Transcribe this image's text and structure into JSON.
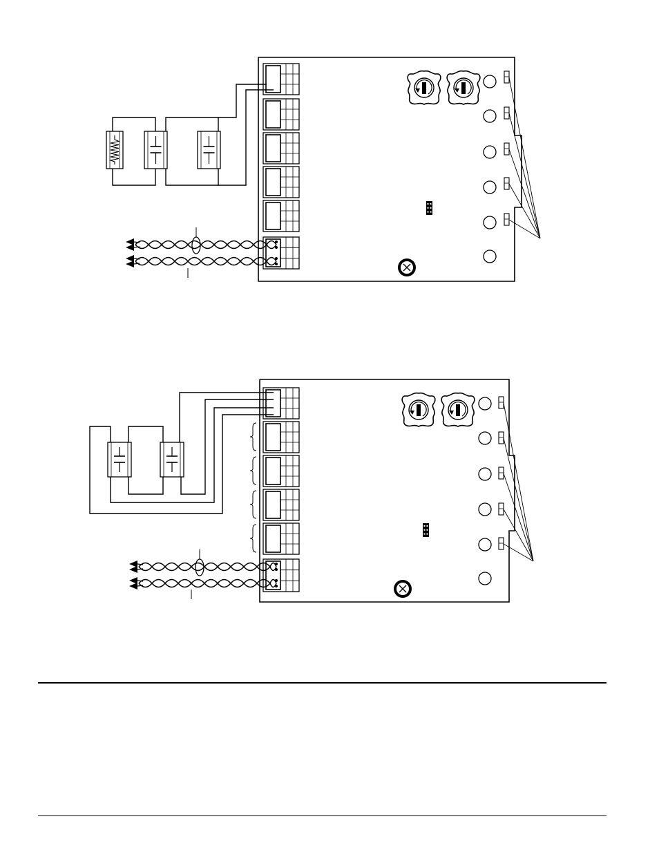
{
  "page": {
    "background": "#ffffff",
    "ink": "#000000"
  },
  "diagrams": [
    {
      "name": "upper-wiring-diagram",
      "end_of_line_device": "resistor",
      "field_devices": 2,
      "terminal_blocks": 6,
      "rotary_switches": 2,
      "leds": 6,
      "jumpers": 5,
      "twisted_pairs": 2,
      "icons": [
        "resistor-icon",
        "detector-icon",
        "rotary-switch-icon",
        "led-icon",
        "jumper-icon",
        "screw-icon",
        "arrow-icon",
        "ferrite-icon"
      ]
    },
    {
      "name": "lower-wiring-diagram",
      "end_of_line_device": "none",
      "field_devices": 2,
      "terminal_blocks": 6,
      "rotary_switches": 2,
      "leds": 6,
      "jumpers": 5,
      "twisted_pairs": 2,
      "brace_groups": 4,
      "icons": [
        "detector-icon",
        "rotary-switch-icon",
        "led-icon",
        "jumper-icon",
        "screw-icon",
        "arrow-icon",
        "ferrite-icon",
        "brace-icon"
      ]
    }
  ],
  "rules": [
    "separator-rule",
    "footer-rule"
  ]
}
